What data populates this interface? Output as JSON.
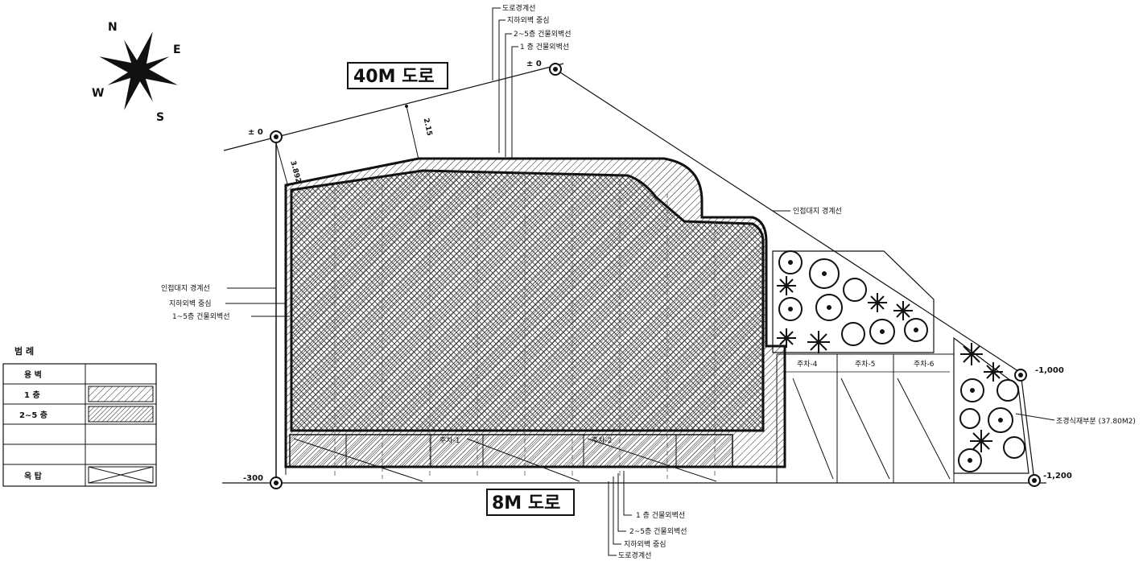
{
  "compass": {
    "n": "N",
    "e": "E",
    "s": "S",
    "w": "W"
  },
  "roads": {
    "north": "40M 도로",
    "south": "8M 도로"
  },
  "levels": {
    "tl": "± 0",
    "top": "± 0",
    "bl": "-300",
    "r1": "-1,000",
    "r2": "-1,200"
  },
  "dims": {
    "d1": "3.892",
    "d2": "2.15"
  },
  "top_callouts": [
    "도로경계선",
    "지하외벽 중심",
    "2~5층 건물외벽선",
    "1 층 건물외벽선"
  ],
  "left_callouts": [
    "인접대지 경계선",
    "지하외벽 중심",
    "1~5층 건물외벽선"
  ],
  "bottom_callouts": [
    "1 층 건물외벽선",
    "2~5층 건물외벽선",
    "지하외벽 중심",
    "도로경계선"
  ],
  "right_callouts": {
    "boundary": "인접대지 경계선",
    "landscape": "조경식재부분 (37.80M2)"
  },
  "parking": [
    "주차-4",
    "주차-5",
    "주차-6"
  ],
  "bottom_tags": [
    "주차-1",
    "주차-2"
  ],
  "legend": {
    "title": "범        례",
    "rows": [
      "용  벽",
      "1   층",
      "2~5 층",
      "",
      "",
      "옥   탑"
    ]
  }
}
